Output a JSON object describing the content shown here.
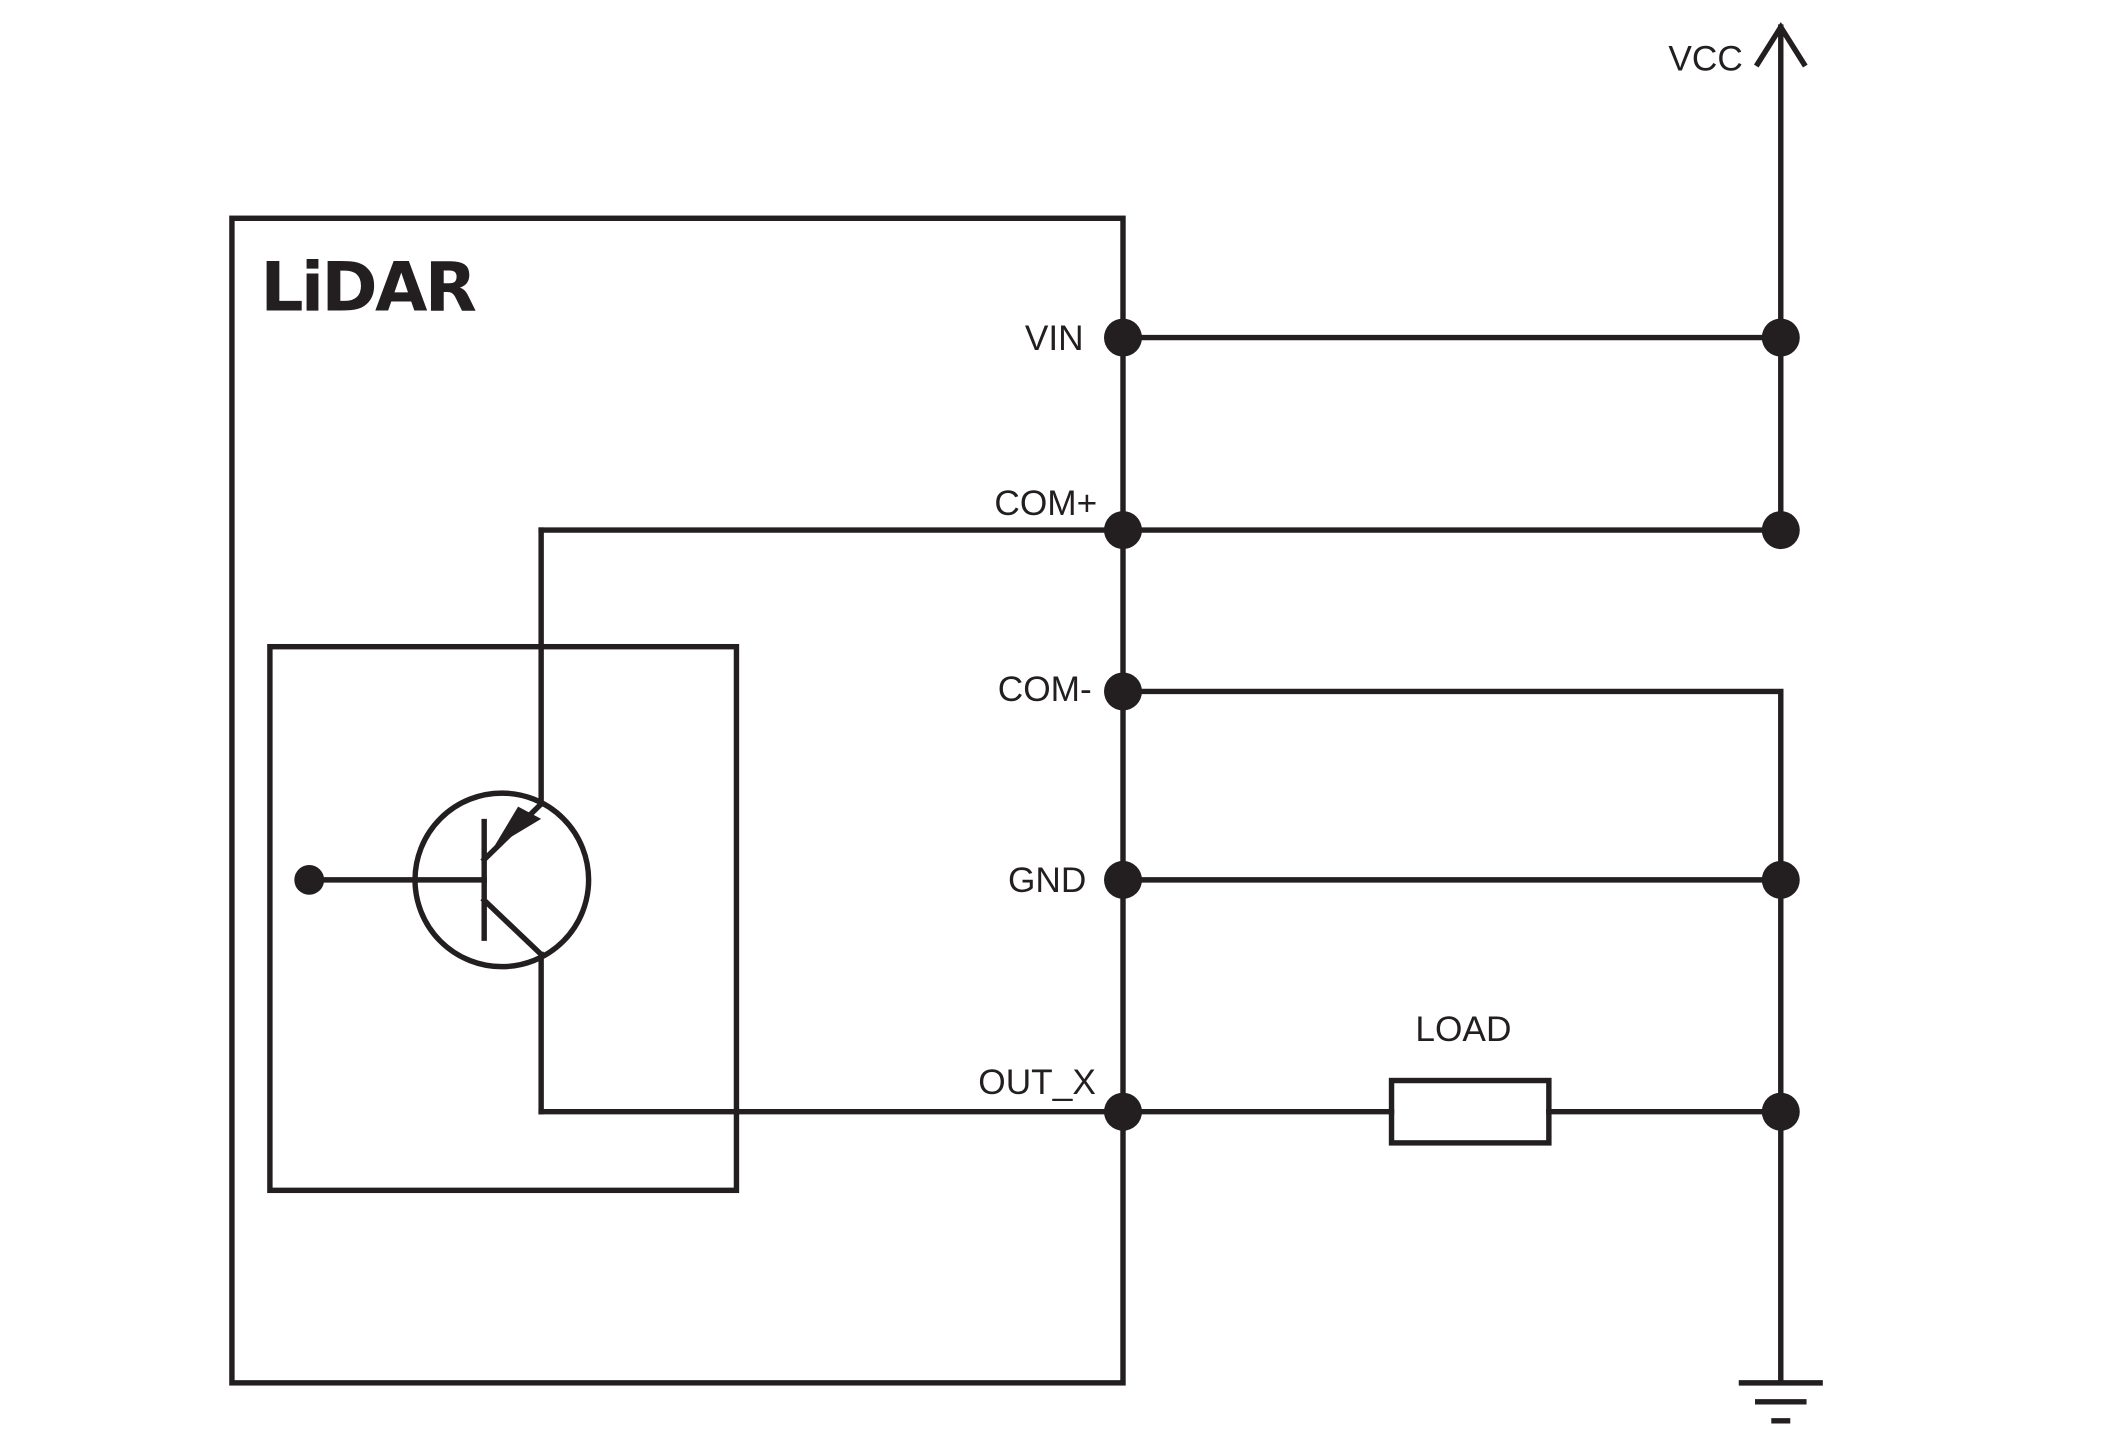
{
  "diagram": {
    "module_title": "LiDAR",
    "supply_label": "VCC",
    "load_label": "LOAD",
    "pins": {
      "vin": "VIN",
      "com_plus": "COM+",
      "com_minus": "COM-",
      "gnd": "GND",
      "out_x": "OUT_X"
    }
  }
}
